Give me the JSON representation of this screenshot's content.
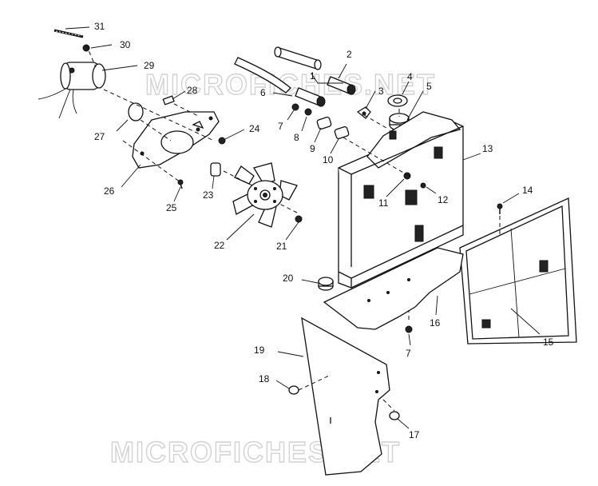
{
  "watermark": "MICROFICHES.NET",
  "callouts": [
    "1",
    "2",
    "3",
    "4",
    "5",
    "6",
    "7",
    "8",
    "9",
    "10",
    "11",
    "12",
    "13",
    "14",
    "15",
    "16",
    "17",
    "18",
    "19",
    "20",
    "21",
    "22",
    "23",
    "24",
    "25",
    "26",
    "27",
    "28",
    "29",
    "30",
    "31"
  ],
  "colors": {
    "line": "#111111",
    "watermark": "#d2d2d2",
    "background": "#ffffff"
  }
}
